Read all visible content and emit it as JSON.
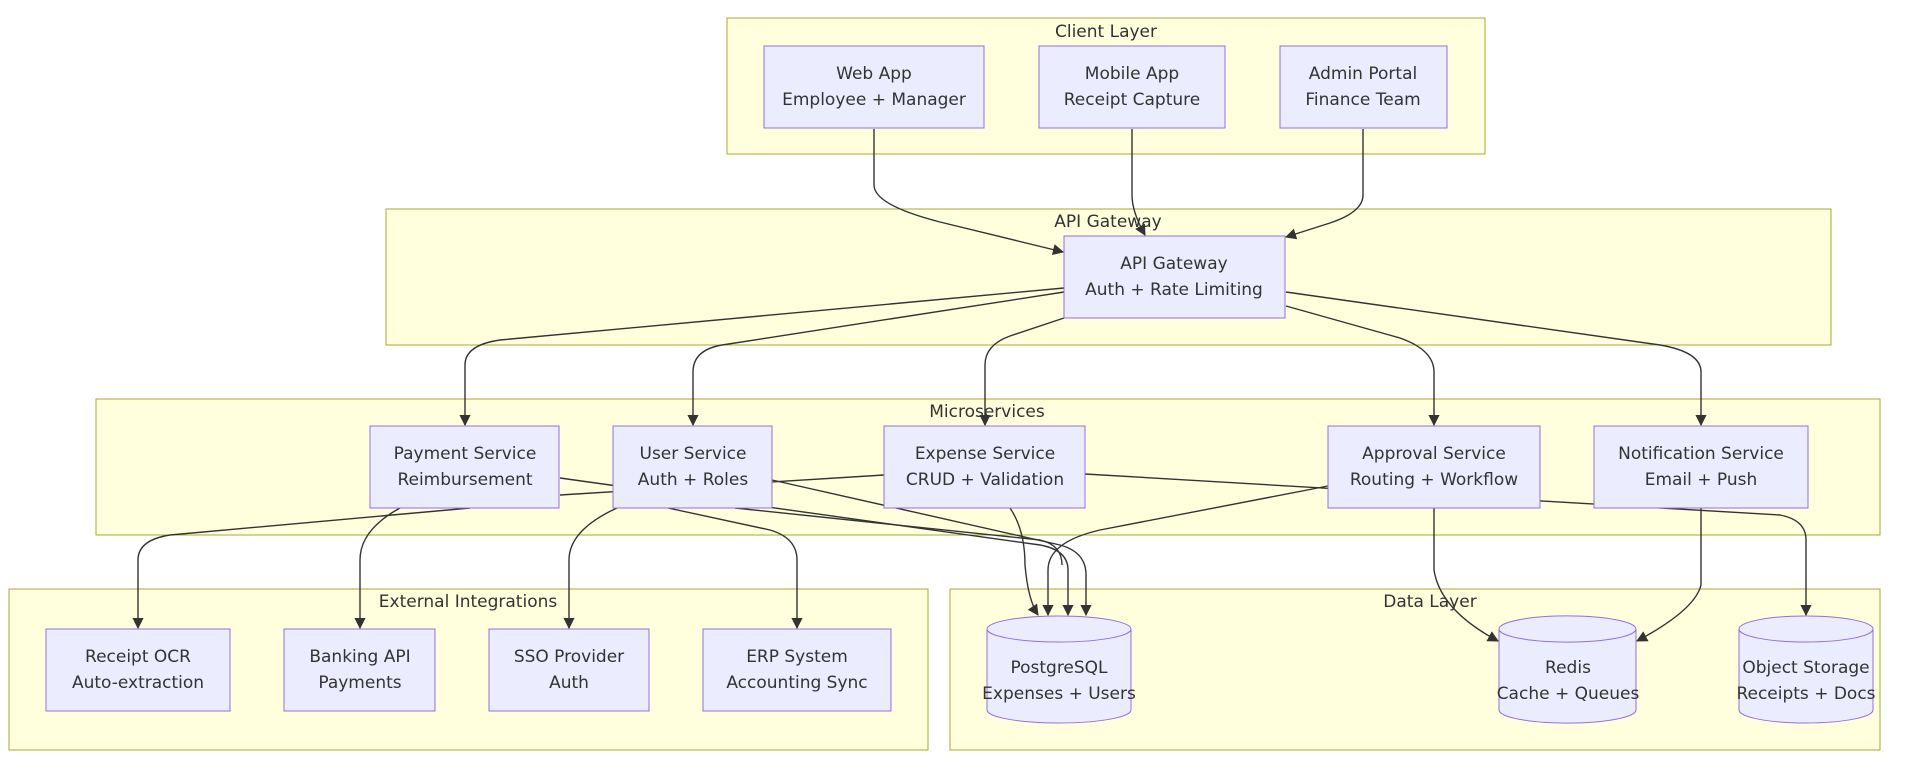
{
  "clusters": {
    "client": "Client Layer",
    "gateway": "API Gateway",
    "micro": "Microservices",
    "external": "External Integrations",
    "data": "Data Layer"
  },
  "nodes": {
    "web": [
      "Web App",
      "Employee + Manager"
    ],
    "mobile": [
      "Mobile App",
      "Receipt Capture"
    ],
    "admin": [
      "Admin Portal",
      "Finance Team"
    ],
    "gw": [
      "API Gateway",
      "Auth + Rate Limiting"
    ],
    "pay": [
      "Payment Service",
      "Reimbursement"
    ],
    "user": [
      "User Service",
      "Auth + Roles"
    ],
    "exp": [
      "Expense Service",
      "CRUD + Validation"
    ],
    "appr": [
      "Approval Service",
      "Routing + Workflow"
    ],
    "notif": [
      "Notification Service",
      "Email + Push"
    ],
    "ocr": [
      "Receipt OCR",
      "Auto-extraction"
    ],
    "bank": [
      "Banking API",
      "Payments"
    ],
    "sso": [
      "SSO Provider",
      "Auth"
    ],
    "erp": [
      "ERP System",
      "Accounting Sync"
    ],
    "pg": [
      "PostgreSQL",
      "Expenses + Users"
    ],
    "redis": [
      "Redis",
      "Cache + Queues"
    ],
    "obj": [
      "Object Storage",
      "Receipts + Docs"
    ]
  },
  "colors": {
    "cluster_fill": "#ffffde",
    "cluster_stroke": "#aaaa33",
    "node_fill": "#ececff",
    "node_stroke": "#9370db",
    "edge": "#333333"
  }
}
